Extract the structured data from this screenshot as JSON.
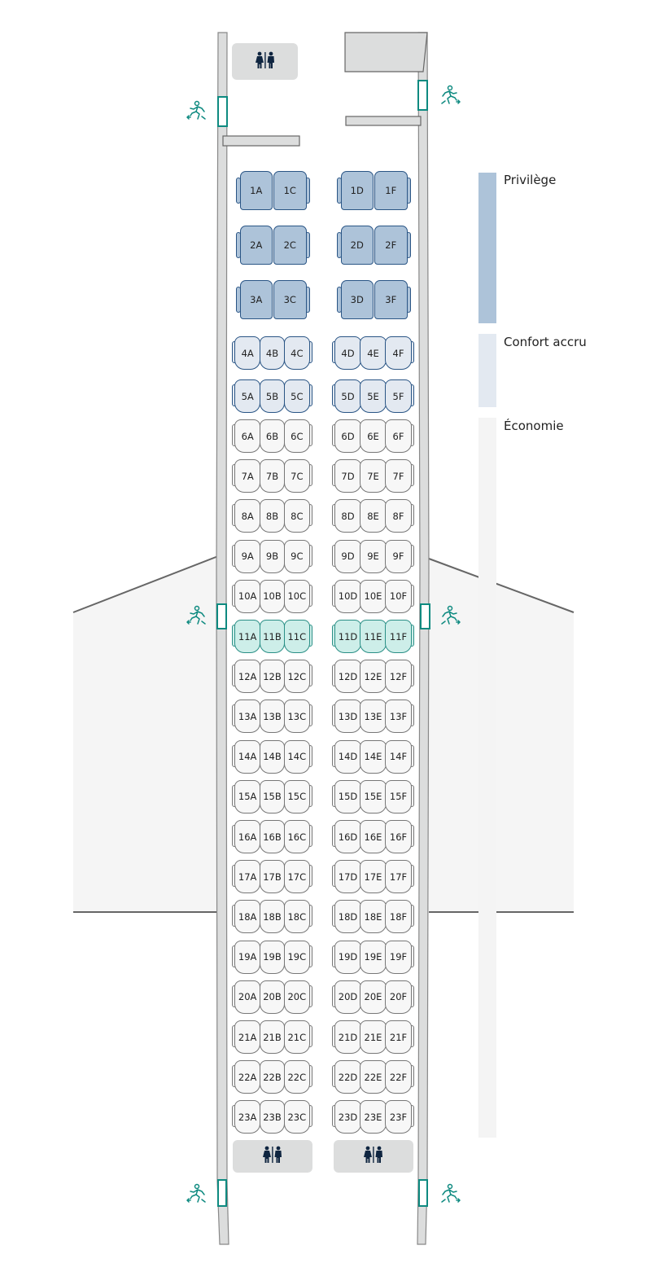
{
  "legend": [
    {
      "label": "Privilège",
      "color": "#adc3d9"
    },
    {
      "label": "Confort accru",
      "color": "#e3e9f1"
    },
    {
      "label": "Économie",
      "color": "#f4f4f4"
    }
  ],
  "colors": {
    "privilege": "#adc3d9",
    "confort": "#e3e9f1",
    "economie": "#f7f7f7",
    "exit_row": "#cdeee9",
    "exit_door": "#0e8a80",
    "seat_stroke_premium": "#2a5585",
    "seat_stroke_economy": "#777777"
  },
  "icons": {
    "lavatory": "lavatory-icon",
    "emergency_exit": "emergency-exit-icon"
  },
  "rows": [
    {
      "cabin": "privilege",
      "seats": [
        "1A",
        "1C",
        "1D",
        "1F"
      ]
    },
    {
      "cabin": "privilege",
      "seats": [
        "2A",
        "2C",
        "2D",
        "2F"
      ]
    },
    {
      "cabin": "privilege",
      "seats": [
        "3A",
        "3C",
        "3D",
        "3F"
      ]
    },
    {
      "cabin": "confort",
      "seats": [
        "4A",
        "4B",
        "4C",
        "4D",
        "4E",
        "4F"
      ]
    },
    {
      "cabin": "confort",
      "seats": [
        "5A",
        "5B",
        "5C",
        "5D",
        "5E",
        "5F"
      ]
    },
    {
      "cabin": "economie",
      "seats": [
        "6A",
        "6B",
        "6C",
        "6D",
        "6E",
        "6F"
      ]
    },
    {
      "cabin": "economie",
      "seats": [
        "7A",
        "7B",
        "7C",
        "7D",
        "7E",
        "7F"
      ]
    },
    {
      "cabin": "economie",
      "seats": [
        "8A",
        "8B",
        "8C",
        "8D",
        "8E",
        "8F"
      ]
    },
    {
      "cabin": "economie",
      "seats": [
        "9A",
        "9B",
        "9C",
        "9D",
        "9E",
        "9F"
      ]
    },
    {
      "cabin": "economie",
      "seats": [
        "10A",
        "10B",
        "10C",
        "10D",
        "10E",
        "10F"
      ]
    },
    {
      "cabin": "exit_row",
      "seats": [
        "11A",
        "11B",
        "11C",
        "11D",
        "11E",
        "11F"
      ]
    },
    {
      "cabin": "economie",
      "seats": [
        "12A",
        "12B",
        "12C",
        "12D",
        "12E",
        "12F"
      ]
    },
    {
      "cabin": "economie",
      "seats": [
        "13A",
        "13B",
        "13C",
        "13D",
        "13E",
        "13F"
      ]
    },
    {
      "cabin": "economie",
      "seats": [
        "14A",
        "14B",
        "14C",
        "14D",
        "14E",
        "14F"
      ]
    },
    {
      "cabin": "economie",
      "seats": [
        "15A",
        "15B",
        "15C",
        "15D",
        "15E",
        "15F"
      ]
    },
    {
      "cabin": "economie",
      "seats": [
        "16A",
        "16B",
        "16C",
        "16D",
        "16E",
        "16F"
      ]
    },
    {
      "cabin": "economie",
      "seats": [
        "17A",
        "17B",
        "17C",
        "17D",
        "17E",
        "17F"
      ]
    },
    {
      "cabin": "economie",
      "seats": [
        "18A",
        "18B",
        "18C",
        "18D",
        "18E",
        "18F"
      ]
    },
    {
      "cabin": "economie",
      "seats": [
        "19A",
        "19B",
        "19C",
        "19D",
        "19E",
        "19F"
      ]
    },
    {
      "cabin": "economie",
      "seats": [
        "20A",
        "20B",
        "20C",
        "20D",
        "20E",
        "20F"
      ]
    },
    {
      "cabin": "economie",
      "seats": [
        "21A",
        "21B",
        "21C",
        "21D",
        "21E",
        "21F"
      ]
    },
    {
      "cabin": "economie",
      "seats": [
        "22A",
        "22B",
        "22C",
        "22D",
        "22E",
        "22F"
      ]
    },
    {
      "cabin": "economie",
      "seats": [
        "23A",
        "23B",
        "23C",
        "23D",
        "23E",
        "23F"
      ]
    }
  ]
}
